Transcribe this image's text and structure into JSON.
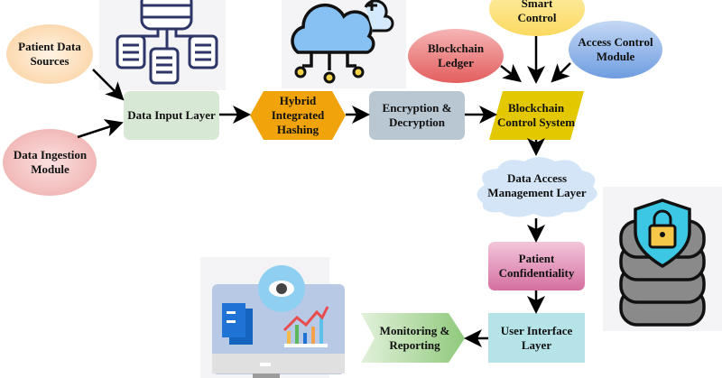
{
  "nodes": {
    "patient_data_sources": "Patient Data Sources",
    "data_ingestion_module": "Data Ingestion Module",
    "data_input_layer": "Data Input Layer",
    "hybrid_integrated_hashing": "Hybrid Integrated Hashing",
    "encryption_decryption": "Encryption & Decryption",
    "blockchain_ledger": "Blockchain Ledger",
    "smart_control": "Smart Control",
    "access_control_module": "Access Control Module",
    "blockchain_control_system": "Blockchain Control System",
    "data_access_management_layer": "Data Access Management Layer",
    "patient_confidentiality": "Patient Confidentiality",
    "user_interface_layer": "User Interface Layer",
    "monitoring_reporting": "Monitoring & Reporting"
  },
  "icons": [
    "database-network-icon",
    "cloud-network-icon",
    "secure-database-icon",
    "monitor-analytics-icon"
  ],
  "colors": {
    "patient_data_sources": "#fde3c4",
    "data_ingestion_module": "#f4c7c5",
    "data_input_layer": "#d7e9d4",
    "hybrid": "#f0a30a",
    "encryption": "#b9c7d3",
    "ledger": "#e97c7c",
    "smart_control": "#fce48a",
    "access_control": "#8fb4e8",
    "blockchain_control": "#e3c800",
    "data_access": "#d4e5f7",
    "confidentiality": "#dd8fb3",
    "ui_layer": "#b6e3e8",
    "monitoring": "#a9d39a"
  }
}
